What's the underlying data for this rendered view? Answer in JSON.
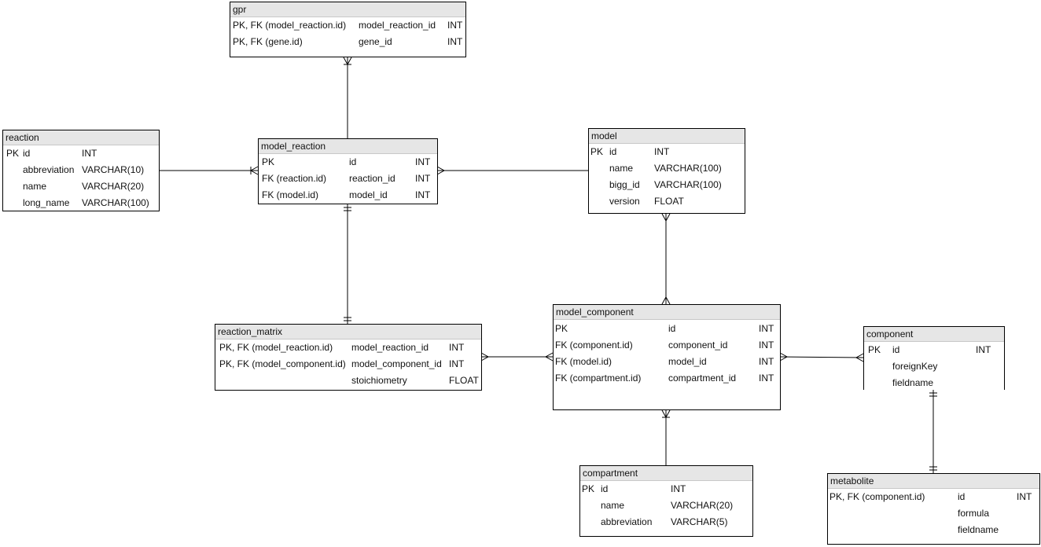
{
  "tables": [
    {
      "key": "gpr",
      "title": "gpr",
      "rows": [
        [
          "PK, FK (model_reaction.id)",
          "model_reaction_id",
          "INT"
        ],
        [
          "PK, FK (gene.id)",
          "gene_id",
          "INT"
        ]
      ]
    },
    {
      "key": "reaction",
      "title": "reaction",
      "rows": [
        [
          "PK",
          "id",
          "INT"
        ],
        [
          "",
          "abbreviation",
          "VARCHAR(10)"
        ],
        [
          "",
          "name",
          "VARCHAR(20)"
        ],
        [
          "",
          "long_name",
          "VARCHAR(100)"
        ]
      ]
    },
    {
      "key": "model-reaction",
      "title": "model_reaction",
      "rows": [
        [
          "PK",
          "id",
          "INT"
        ],
        [
          "FK (reaction.id)",
          "reaction_id",
          "INT"
        ],
        [
          "FK (model.id)",
          "model_id",
          "INT"
        ]
      ]
    },
    {
      "key": "model",
      "title": "model",
      "rows": [
        [
          "PK",
          "id",
          "INT"
        ],
        [
          "",
          "name",
          "VARCHAR(100)"
        ],
        [
          "",
          "bigg_id",
          "VARCHAR(100)"
        ],
        [
          "",
          "version",
          "FLOAT"
        ]
      ]
    },
    {
      "key": "reaction-matrix",
      "title": "reaction_matrix",
      "rows": [
        [
          "PK, FK (model_reaction.id)",
          "model_reaction_id",
          "INT"
        ],
        [
          "PK, FK (model_component.id)",
          "model_component_id",
          "INT"
        ],
        [
          "",
          "stoichiometry",
          "FLOAT"
        ]
      ]
    },
    {
      "key": "model-component",
      "title": "model_component",
      "rows": [
        [
          "PK",
          "id",
          "INT"
        ],
        [
          "FK (component.id)",
          "component_id",
          "INT"
        ],
        [
          "FK (model.id)",
          "model_id",
          "INT"
        ],
        [
          "FK (compartment.id)",
          "compartment_id",
          "INT"
        ]
      ]
    },
    {
      "key": "component",
      "title": "component",
      "rows": [
        [
          "PK",
          "id",
          "INT"
        ],
        [
          "",
          "foreignKey",
          ""
        ],
        [
          "",
          "fieldname",
          ""
        ]
      ]
    },
    {
      "key": "compartment",
      "title": "compartment",
      "rows": [
        [
          "PK",
          "id",
          "INT"
        ],
        [
          "",
          "name",
          "VARCHAR(20)"
        ],
        [
          "",
          "abbreviation",
          "VARCHAR(5)"
        ]
      ]
    },
    {
      "key": "metabolite",
      "title": "metabolite",
      "rows": [
        [
          "PK, FK (component.id)",
          "id",
          "INT"
        ],
        [
          "",
          "formula",
          ""
        ],
        [
          "",
          "fieldname",
          ""
        ]
      ]
    }
  ]
}
